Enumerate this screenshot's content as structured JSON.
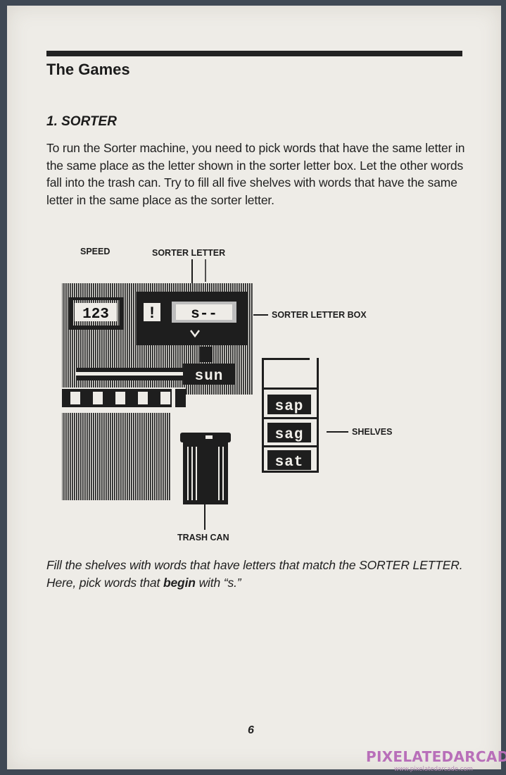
{
  "section_title": "The Games",
  "game": {
    "heading": "1.  SORTER",
    "instructions": "To run the Sorter machine, you need to pick words that have the same letter in the same place as the letter shown in the sorter letter box. Let the other words fall into the trash can. Try to fill all five shelves with words that have the same letter in the same place as the sorter letter."
  },
  "figure": {
    "labels": {
      "speed": "SPEED",
      "sorter_letter": "SORTER LETTER",
      "sorter_letter_box": "SORTER LETTER BOX",
      "shelves": "SHELVES",
      "trash_can": "TRASH CAN"
    },
    "screen": {
      "speed_value": "123",
      "alert_symbol": "!",
      "sorter_display": "s--",
      "current_word": "sun",
      "shelf_words": [
        "sap",
        "sag",
        "sat"
      ]
    }
  },
  "caption": {
    "before": "Fill the shelves with words that have letters that match the SORTER LETTER. Here, pick words that ",
    "emphasis": "begin",
    "after": " with “s.”"
  },
  "page_number": "6",
  "watermark": {
    "text": "PIXELATEDARCADE",
    "url": "www.pixelatedarcade.com"
  }
}
